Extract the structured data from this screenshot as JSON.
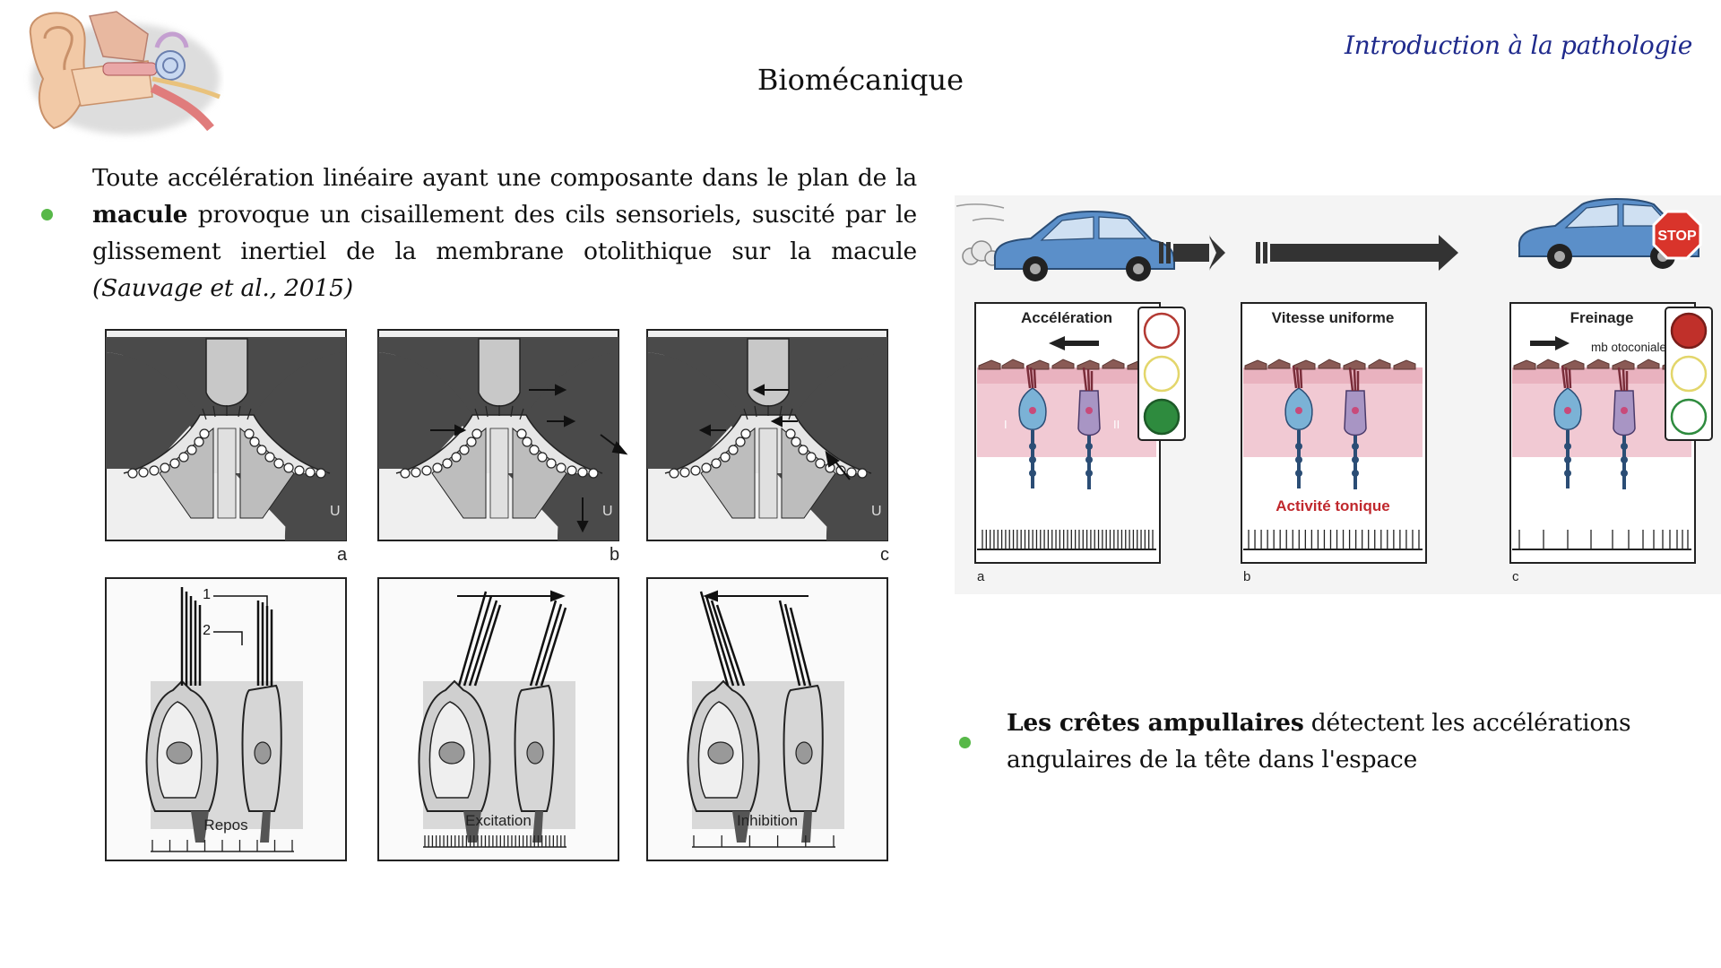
{
  "header": {
    "section": "Introduction à la pathologie",
    "title": "Biomécanique"
  },
  "bullet1": {
    "part1": "Toute accélération linéaire ayant une composante dans le plan de la ",
    "bold": "macule",
    "part2": " provoque un cisaillement des cils sensoriels, suscité par le glissement inertiel de la membrane otolithique sur la macule ",
    "citation": "(Sauvage et al., 2015)"
  },
  "bullet2": {
    "bold": "Les crêtes ampullaires",
    "rest": " détectent les accélérations angulaires de la tête dans l'espace"
  },
  "fig_left": {
    "panel_letters": [
      "a",
      "b",
      "c"
    ],
    "u_label": "U",
    "marker_1": "1",
    "marker_2": "2",
    "states": [
      "Repos",
      "Excitation",
      "Inhibition"
    ]
  },
  "fig_right": {
    "panels": [
      "Accélération",
      "Vitesse uniforme",
      "Freinage"
    ],
    "letters": [
      "a",
      "b",
      "c"
    ],
    "cell_type_1": "I",
    "cell_type_2": "II",
    "tonic": "Activité tonique",
    "membrane": "mb otoconiale",
    "stop": "STOP"
  },
  "colors": {
    "accent": "#1f2a8c",
    "bullet": "#57b848",
    "tonic": "#c0282d",
    "car": "#5b8fc9",
    "stop": "#d9342b"
  }
}
